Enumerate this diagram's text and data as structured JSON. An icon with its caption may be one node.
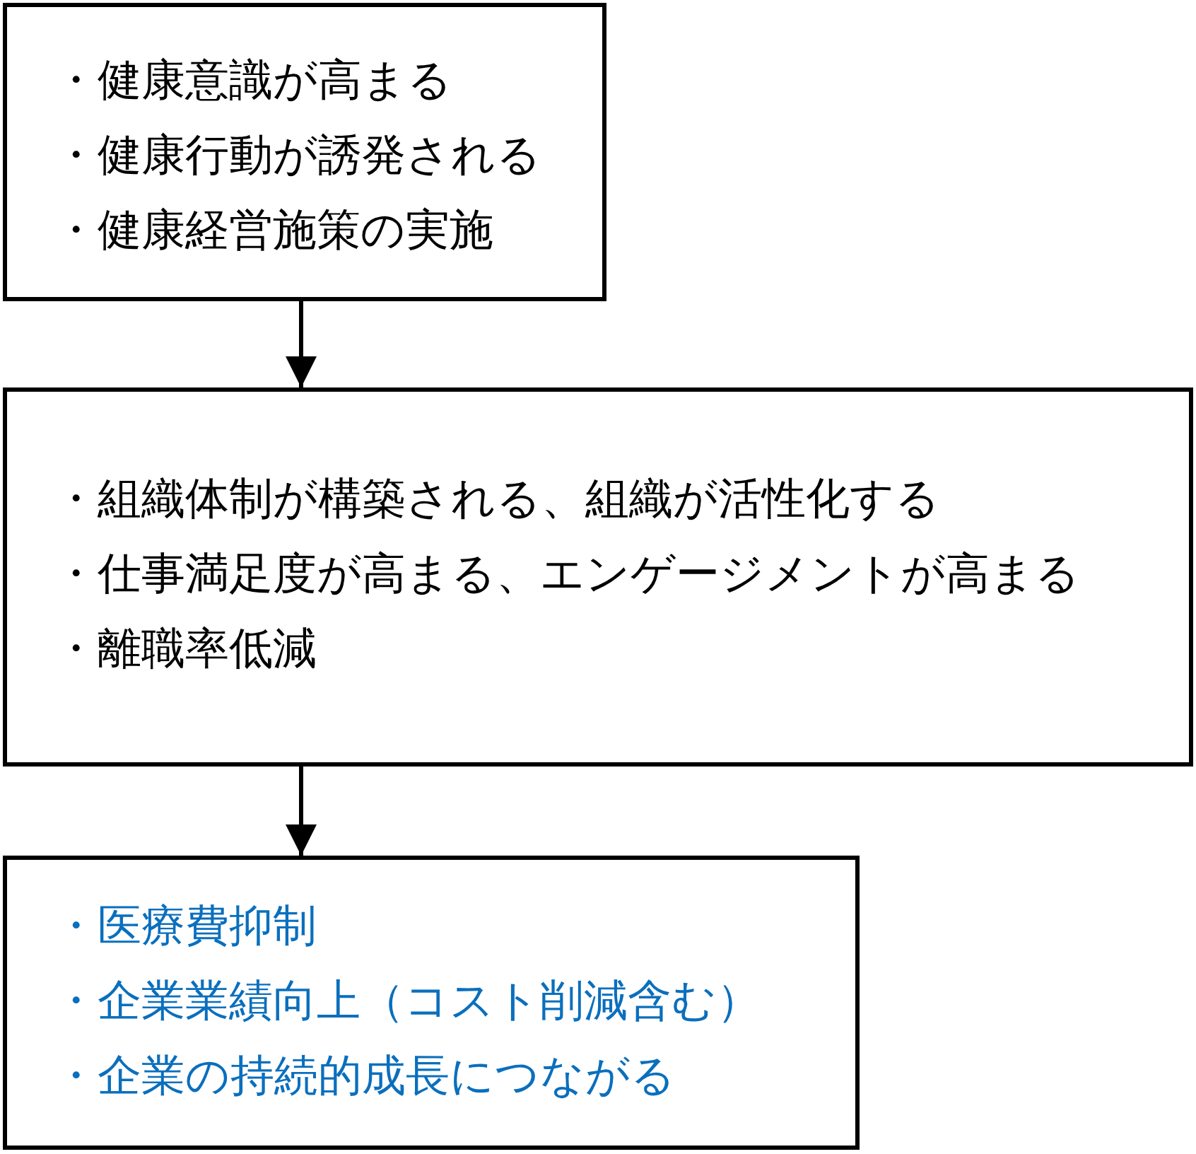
{
  "diagram": {
    "nodes": [
      {
        "text": [
          "・健康意識が高まる",
          "・健康行動が誘発される",
          "・健康経営施策の実施"
        ]
      },
      {
        "text": [
          "・組織体制が構築される、組織が活性化する",
          "・仕事満足度が高まる、エンゲージメントが高まる",
          "・離職率低減"
        ]
      },
      {
        "text": [
          "・医療費抑制",
          "・企業業績向上（コスト削減含む）",
          "・企業の持続的成長につながる"
        ]
      }
    ],
    "edges": [
      {
        "from": 0,
        "to": 1,
        "arrow": "to"
      },
      {
        "from": 1,
        "to": 2,
        "arrow": "to"
      }
    ]
  }
}
